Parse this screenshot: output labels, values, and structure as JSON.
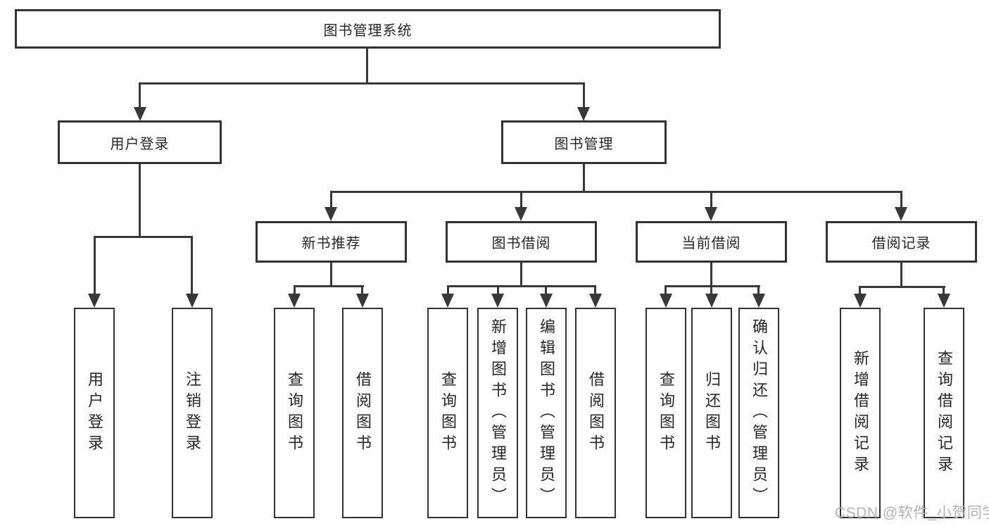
{
  "diagram": {
    "root": {
      "label": "图书管理系统"
    },
    "level2": [
      {
        "label": "用户登录"
      },
      {
        "label": "图书管理"
      }
    ],
    "level3": [
      {
        "label": "新书推荐"
      },
      {
        "label": "图书借阅"
      },
      {
        "label": "当前借阅"
      },
      {
        "label": "借阅记录"
      }
    ],
    "leaves": {
      "user_login": [
        {
          "label": "用户登录"
        },
        {
          "label": "注销登录"
        }
      ],
      "new_book": [
        {
          "label": "查询图书"
        },
        {
          "label": "借阅图书"
        }
      ],
      "book_borrow": [
        {
          "label": "查询图书"
        },
        {
          "label": "新增图书（管理员）"
        },
        {
          "label": "编辑图书（管理员）"
        },
        {
          "label": "借阅图书"
        }
      ],
      "current_borrow": [
        {
          "label": "查询图书"
        },
        {
          "label": "归还图书"
        },
        {
          "label": "确认归还（管理员）"
        }
      ],
      "borrow_record": [
        {
          "label": "新增借阅记录"
        },
        {
          "label": "查询借阅记录"
        }
      ]
    },
    "watermark": "CSDN @软件_小贺同学",
    "colors": {
      "line": "#383838",
      "box_border": "#333333",
      "text": "#262626",
      "watermark": "#b4b4b4",
      "background": "#ffffff"
    }
  }
}
